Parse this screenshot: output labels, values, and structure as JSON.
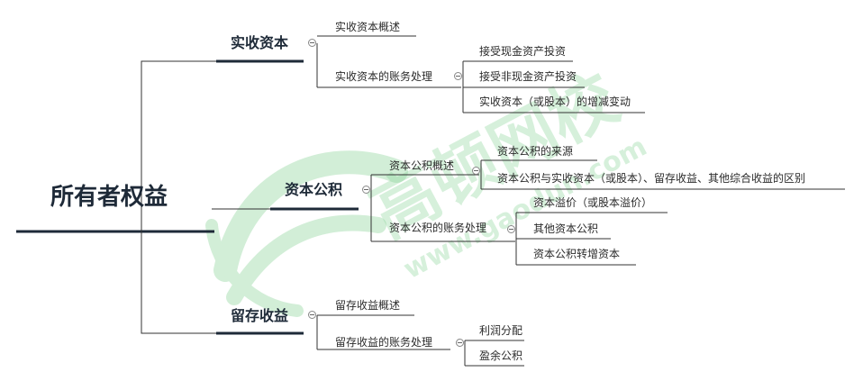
{
  "watermark": {
    "brand": "高顿网校",
    "url": "www.gaodun.com",
    "color": "#7fcf8f"
  },
  "mindmap": {
    "root": "所有者权益",
    "branches": [
      {
        "label": "实收资本",
        "children": [
          {
            "label": "实收资本概述",
            "children": []
          },
          {
            "label": "实收资本的账务处理",
            "children": [
              "接受现金资产投资",
              "接受非现金资产投资",
              "实收资本（或股本）的增减变动"
            ]
          }
        ]
      },
      {
        "label": "资本公积",
        "children": [
          {
            "label": "资本公积概述",
            "children": [
              "资本公积的来源",
              "资本公积与实收资本（或股本）、留存收益、其他综合收益的区别"
            ]
          },
          {
            "label": "资本公积的账务处理",
            "children": [
              "资本溢价（或股本溢价）",
              "其他资本公积",
              "资本公积转增资本"
            ]
          }
        ]
      },
      {
        "label": "留存收益",
        "children": [
          {
            "label": "留存收益概述",
            "children": []
          },
          {
            "label": "留存收益的账务处理",
            "children": [
              "利润分配",
              "盈余公积"
            ]
          }
        ]
      }
    ]
  },
  "colors": {
    "line": "#333333",
    "accent": "#1e2a38",
    "text": "#2b2b2b"
  }
}
